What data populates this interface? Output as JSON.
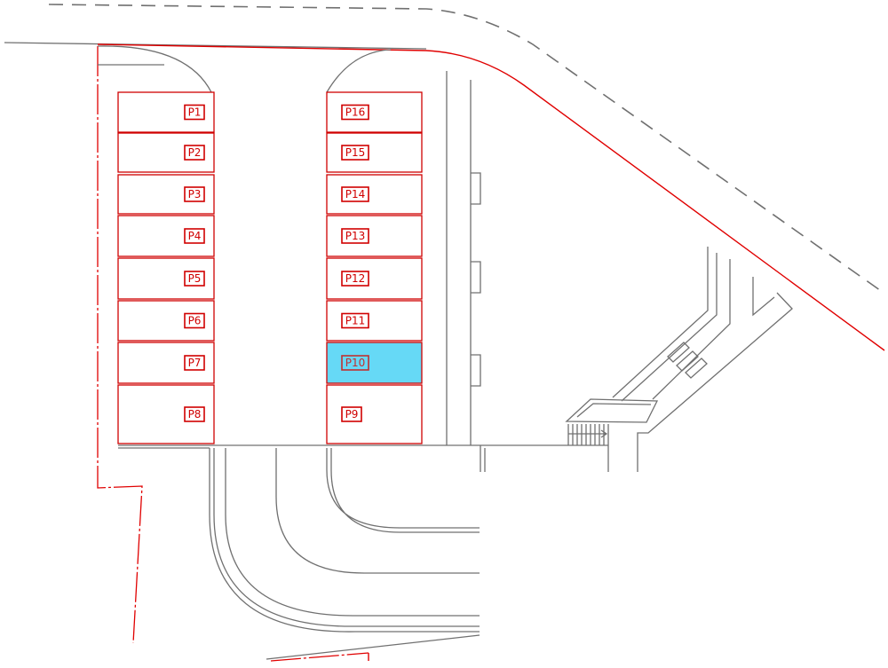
{
  "colors": {
    "slot_outline": "#d00000",
    "label_text": "#d00000",
    "highlight_fill": "#66d9f6",
    "highlight_label": "#c03030",
    "structure_line": "#707070",
    "boundary_line": "#e00000"
  },
  "parking": {
    "left_column": [
      {
        "id": "P1",
        "highlighted": false
      },
      {
        "id": "P2",
        "highlighted": false
      },
      {
        "id": "P3",
        "highlighted": false
      },
      {
        "id": "P4",
        "highlighted": false
      },
      {
        "id": "P5",
        "highlighted": false
      },
      {
        "id": "P6",
        "highlighted": false
      },
      {
        "id": "P7",
        "highlighted": false
      },
      {
        "id": "P8",
        "highlighted": false
      }
    ],
    "right_column": [
      {
        "id": "P16",
        "highlighted": false
      },
      {
        "id": "P15",
        "highlighted": false
      },
      {
        "id": "P14",
        "highlighted": false
      },
      {
        "id": "P13",
        "highlighted": false
      },
      {
        "id": "P12",
        "highlighted": false
      },
      {
        "id": "P11",
        "highlighted": false
      },
      {
        "id": "P10",
        "highlighted": true
      },
      {
        "id": "P9",
        "highlighted": false
      }
    ]
  }
}
